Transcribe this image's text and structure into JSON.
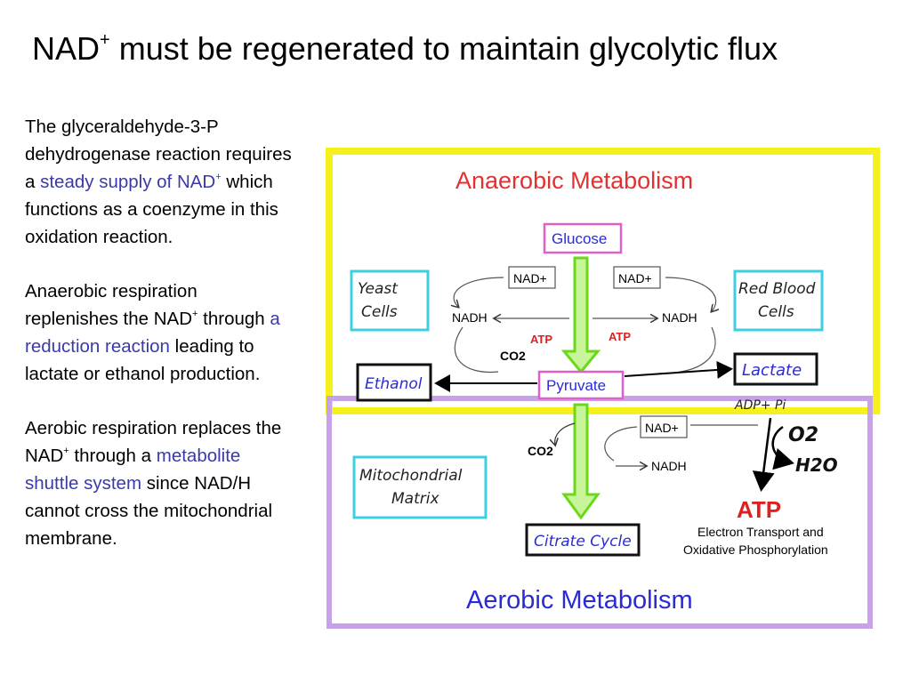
{
  "slide": {
    "title": "NAD",
    "title_sup": "+",
    "title_rest": " must be regenerated to maintain glycolytic flux"
  },
  "text": {
    "p1": {
      "t1": "The glyceraldehyde-3-P dehydrogenase reaction requires a ",
      "h1": "steady supply of NAD",
      "sup": "+",
      "t2": " which functions as a coenzyme in this oxidation reaction."
    },
    "p2": {
      "t1": "Anaerobic respiration replenishes the NAD",
      "sup": "+",
      "t2": " through ",
      "h1": "a reduction reaction",
      "t3": " leading to lactate or ethanol production."
    },
    "p3": {
      "t1": "Aerobic respiration replaces the NAD",
      "sup": "+",
      "t2": " through a ",
      "h1": "metabolite shuttle system",
      "t3": " since NAD/H cannot cross the mitochondrial membrane."
    }
  },
  "diagram": {
    "anaerobic_title": "Anaerobic Metabolism",
    "aerobic_title": "Aerobic Metabolism",
    "glucose": "Glucose",
    "pyruvate": "Pyruvate",
    "yeast_cells": [
      "Yeast",
      "Cells"
    ],
    "red_blood_cells": [
      "Red Blood",
      "Cells"
    ],
    "nad_left": "NAD+",
    "nad_right": "NAD+",
    "nadh_left": "NADH",
    "nadh_right": "NADH",
    "atp_left": "ATP",
    "atp_right": "ATP",
    "co2_top": "CO2",
    "ethanol": "Ethanol",
    "lactate": "Lactate",
    "adp_pi": "ADP+ Pi",
    "o2": "O2",
    "h2o": "H2O",
    "co2_bottom": "CO2",
    "nad_bottom": "NAD+",
    "nadh_bottom": "NADH",
    "mito_matrix": [
      "Mitochondrial",
      "Matrix"
    ],
    "atp_big": "ATP",
    "etc_line1": "Electron Transport and",
    "etc_line2": "Oxidative Phosphorylation",
    "citrate_cycle": "Citrate Cycle",
    "colors": {
      "yellow_border": "#f5f01e",
      "purple_border": "#c8a2e8",
      "red_title": "#e53030",
      "blue_title": "#2b2bd6",
      "green_arrow": "#7ee020",
      "cyan_box": "#3ccfe0",
      "magenta_box": "#e060c8",
      "red_atp": "#e02020"
    }
  }
}
